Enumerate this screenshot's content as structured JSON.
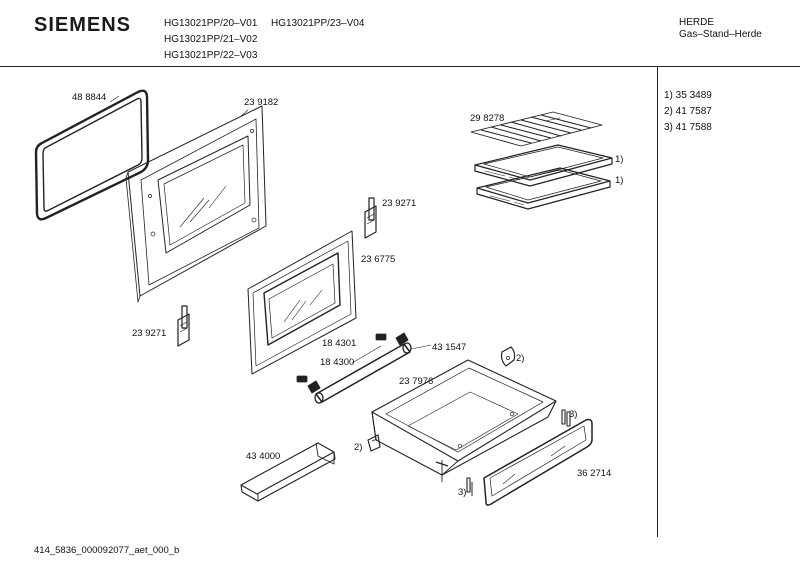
{
  "header": {
    "brand": "SIEMENS",
    "models": [
      "HG13021PP/20–V01",
      "HG13021PP/23–V04",
      "HG13021PP/21–V02",
      "HG13021PP/22–V03"
    ],
    "category": "HERDE",
    "subcategory": "Gas–Stand–Herde"
  },
  "references": [
    "1) 35 3489",
    "2) 41 7587",
    "3) 41 7588"
  ],
  "parts": {
    "seal": "48 8844",
    "inner_door": "23 9182",
    "hinge_right": "23 9271",
    "hinge_left": "23 9271",
    "outer_glass": "23 6775",
    "rack": "29 8278",
    "tray_ref_a": "1)",
    "tray_ref_b": "1)",
    "handle_cap_a": "18 4301",
    "handle_cap_b": "18 4300",
    "handle": "43 1547",
    "bracket_ref": "2)",
    "drawer": "23 7976",
    "clip_ref_right": "3)",
    "bracket_ref_left": "2)",
    "plinth": "43 4000",
    "drawer_front": "36 2714",
    "clip_ref_bottom": "3)"
  },
  "footer": "414_5836_000092077_aet_000_b"
}
